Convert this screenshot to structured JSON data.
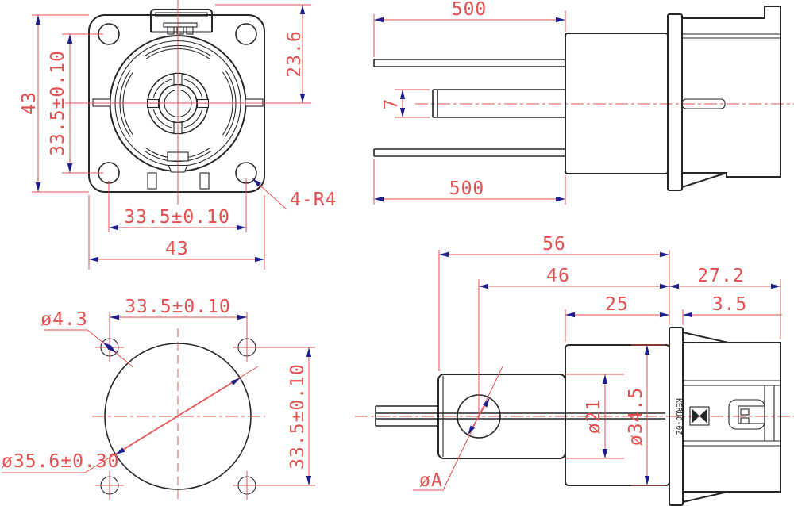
{
  "colors": {
    "outline": "#262626",
    "dimension": "#e35050",
    "arrow": "#1e1e8c",
    "background": "#ffffff"
  },
  "views": {
    "front": {
      "dim_height": "43",
      "dim_hole_spacing_v": "33.5±0.10",
      "dim_tab_to_center": "23.6",
      "dim_hole_spacing_h": "33.5±0.10",
      "dim_width": "43",
      "corner_radius_note": "4-R4"
    },
    "side": {
      "dim_wire_length_top": "500",
      "dim_wire_dia": "7",
      "dim_wire_length_bottom": "500"
    },
    "panel_cutout": {
      "dim_hole_dia": "ø4.3",
      "dim_spacing_h": "33.5±0.10",
      "dim_spacing_v": "33.5±0.10",
      "dim_cutout_dia": "ø35.6±0.30"
    },
    "section": {
      "dim_overall_length": "56",
      "dim_rear_length": "46",
      "dim_front_length": "27.2",
      "dim_body_length": "25",
      "dim_flange_thickness": "3.5",
      "dim_rear_dia": "ø21",
      "dim_body_dia": "ø34.5",
      "dim_cable_dia": "øA",
      "marking": "KERUO-0Z"
    }
  }
}
